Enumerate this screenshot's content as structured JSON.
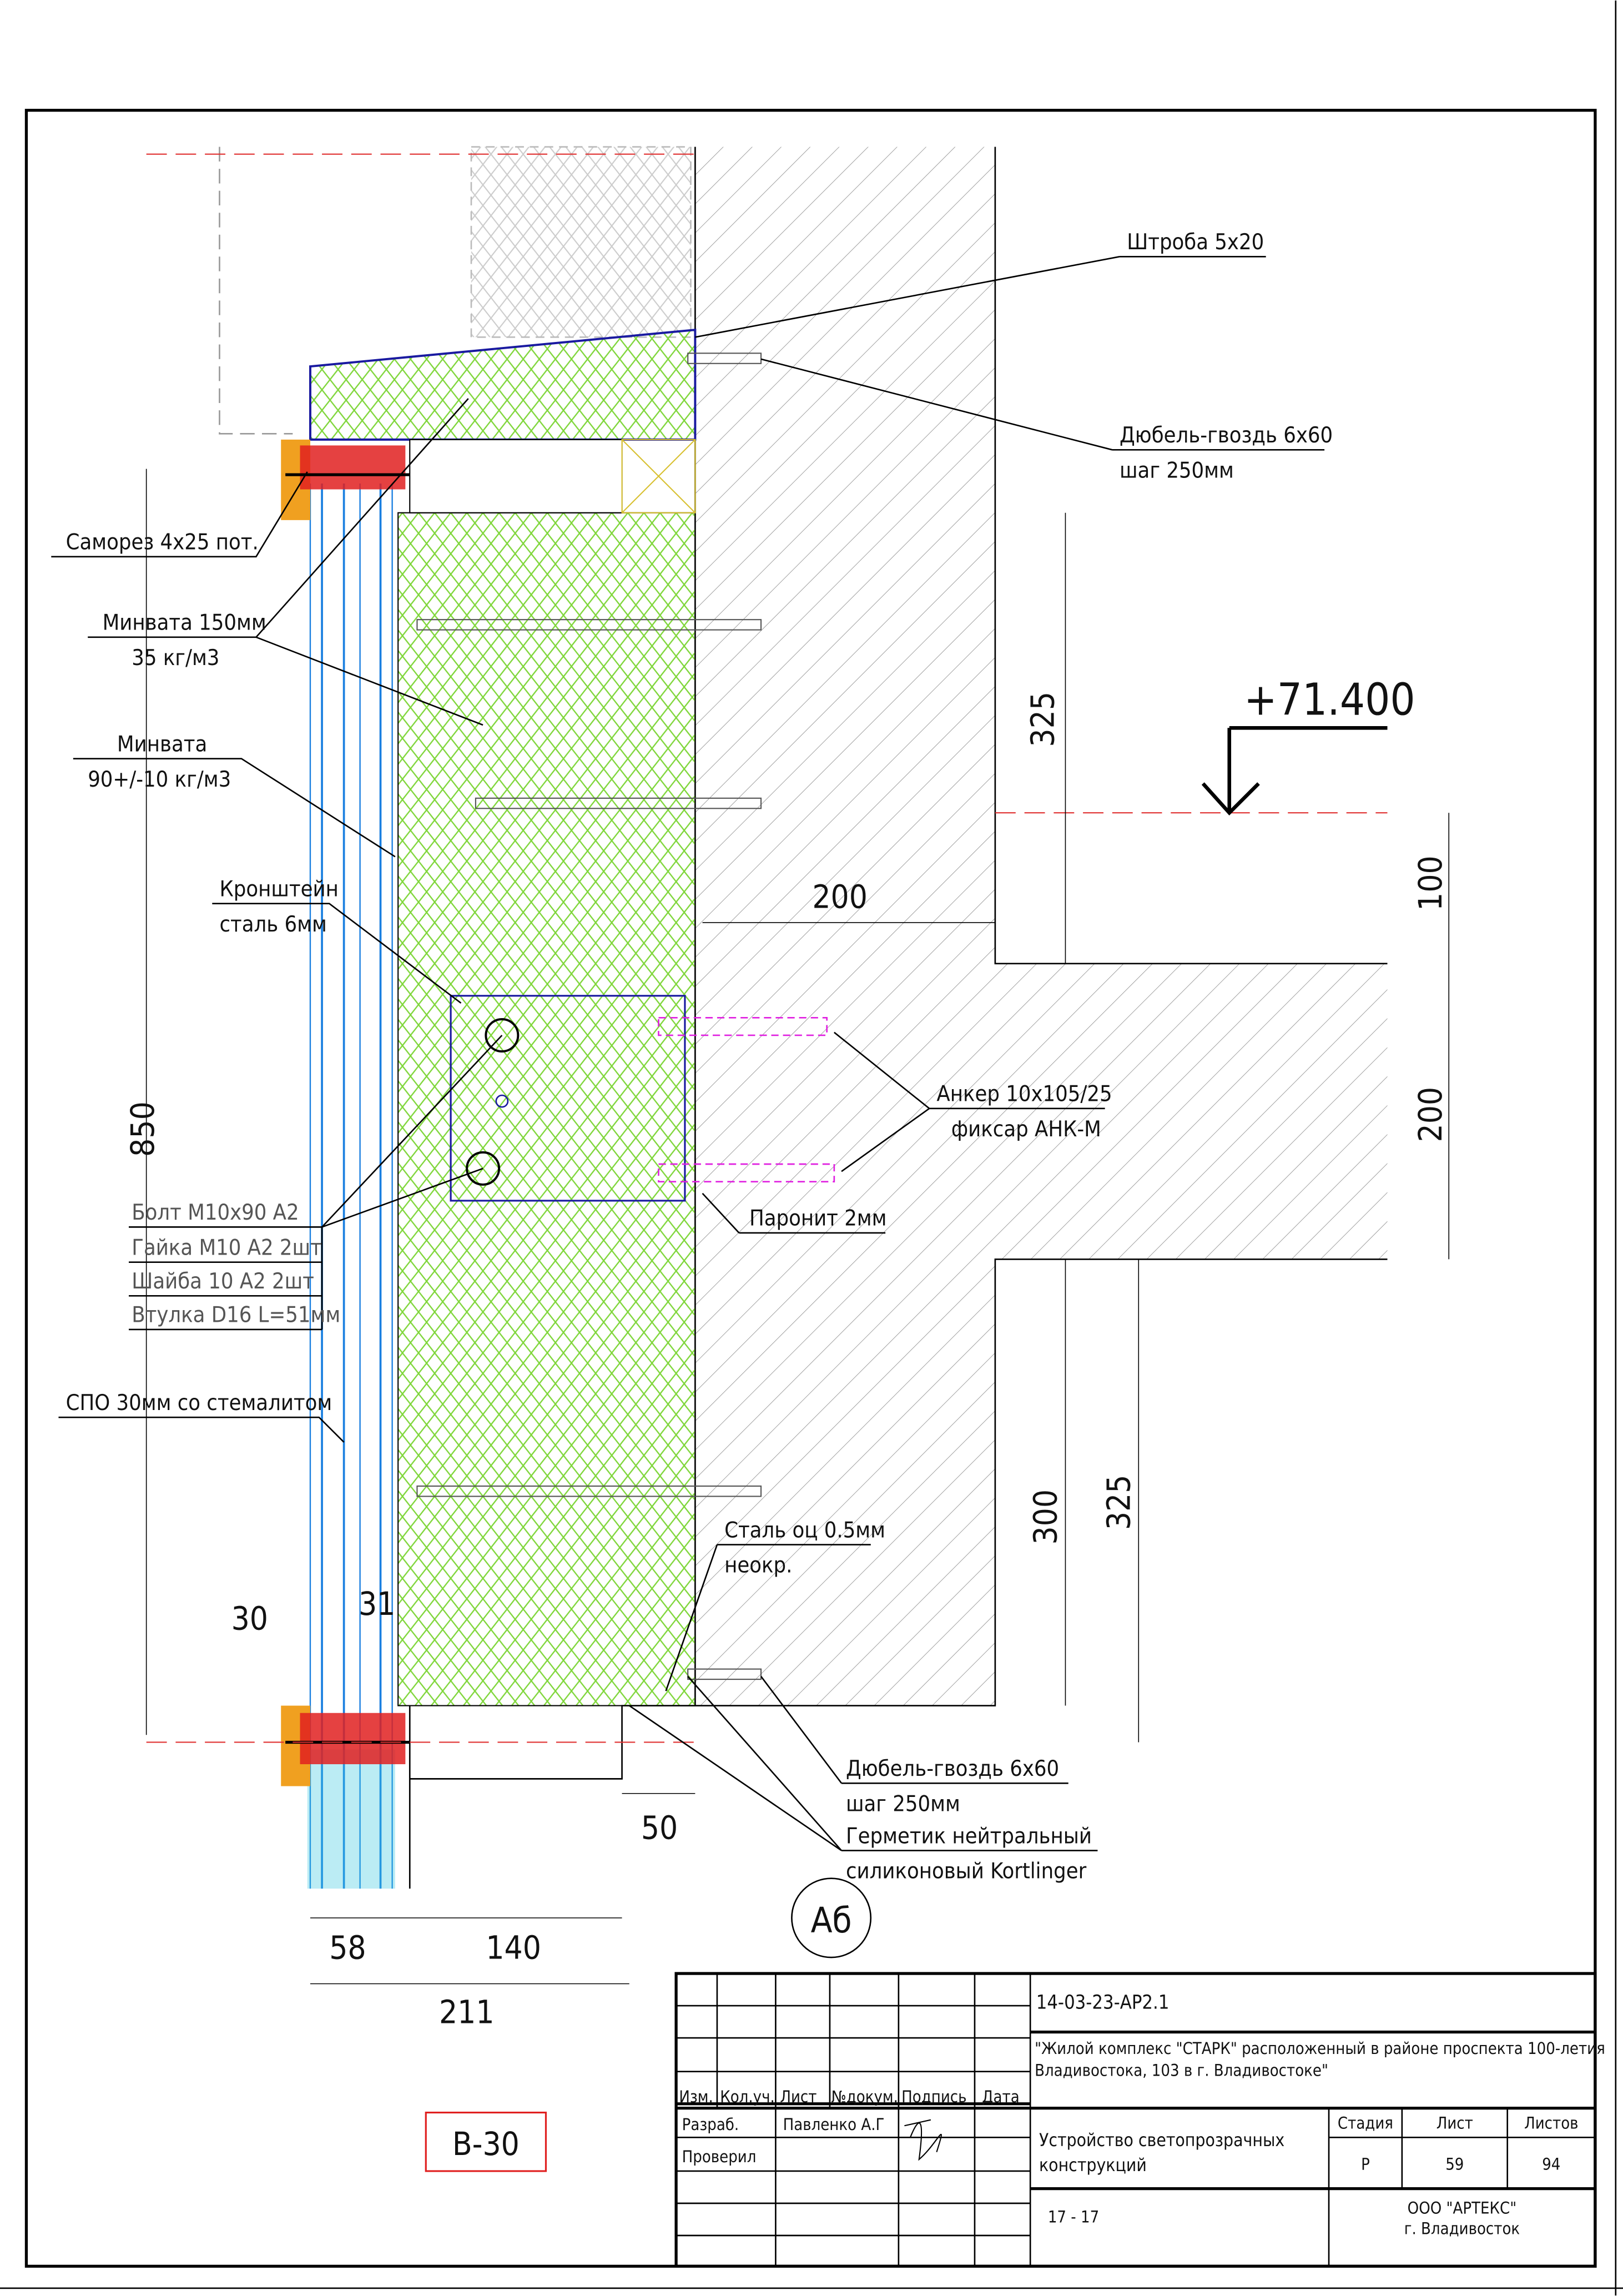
{
  "labels": {
    "shtroba": "Штроба 5х20",
    "dowel_top_1": "Дюбель-гвоздь 6х60",
    "dowel_top_2": "шаг 250мм",
    "samorez": "Саморез 4х25 пот.",
    "minvata150_1": "Минвата 150мм",
    "minvata150_2": "35 кг/м3",
    "minvata90_1": "Минвата",
    "minvata90_2": "90+/-10 кг/м3",
    "bracket_1": "Кронштейн",
    "bracket_2": "сталь 6мм",
    "bolt": "Болт М10х90 А2",
    "nut": "Гайка М10 А2 2шт",
    "washer": "Шайба 10 А2 2шт",
    "sleeve": "Втулка D16 L=51мм",
    "spo": "СПО 30мм со стемалитом",
    "anchor_1": "Анкер 10х105/25",
    "anchor_2": "фиксар АНК-М",
    "paronit": "Паронит 2мм",
    "steel_1": "Сталь оц 0.5мм",
    "steel_2": "неокр.",
    "dowel_bot_1": "Дюбель-гвоздь 6х60",
    "dowel_bot_2": "шаг 250мм",
    "sealant_1": "Герметик нейтральный",
    "sealant_2": "силиконовый Kortlinger"
  },
  "elevation": "+71.400",
  "dimensions": {
    "d325_top": "325",
    "d100": "100",
    "d200_v": "200",
    "d200_h": "200",
    "d850": "850",
    "d300": "300",
    "d325_bot": "325",
    "d30": "30",
    "d31": "31",
    "d50": "50",
    "d58": "58",
    "d140": "140",
    "d211": "211"
  },
  "section_mark": "Аб",
  "sheet_code": "В-30",
  "title_block": {
    "doc_code": "14-03-23-АР2.1",
    "project_1": "\"Жилой комплекс \"СТАРК\" расположенный в районе проспекта 100-летия",
    "project_2": "Владивостока, 103 в г. Владивостоке\"",
    "headers": [
      "Изм.",
      "Кол.уч.",
      "Лист",
      "№докум.",
      "Подпись",
      "Дата"
    ],
    "developed_label": "Разраб.",
    "developed_name": "Павленко А.Г",
    "checked_label": "Проверил",
    "sheet_title_1": "Устройство светопрозрачных",
    "sheet_title_2": "конструкций",
    "stage_label": "Стадия",
    "sheet_label": "Лист",
    "sheets_label": "Листов",
    "stage": "Р",
    "sheet": "59",
    "sheets": "94",
    "range": "17  -  17",
    "company_1": "ООО \"АРТЕКС\"",
    "company_2": "г. Владивосток"
  },
  "colors": {
    "insulation": "#7fd63a",
    "glass": "#1a7fe0",
    "anchor": "#e020e0",
    "fastener": "#e02020",
    "stamp": "#e02020",
    "axis": "#e03030"
  }
}
